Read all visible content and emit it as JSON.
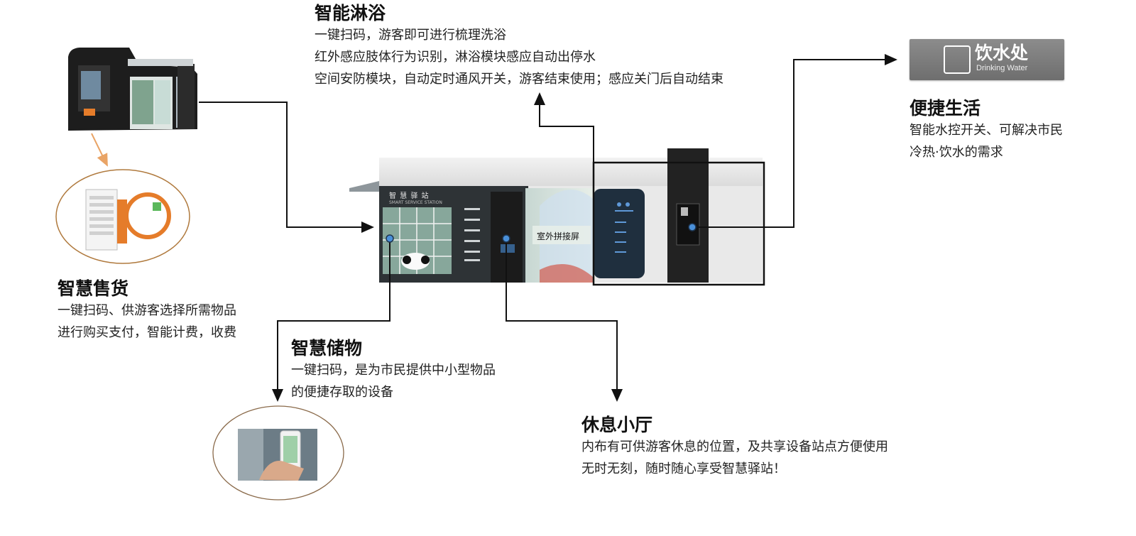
{
  "diagram": {
    "shower": {
      "title": "智能淋浴",
      "lines": [
        "一键扫码，游客即可进行梳理洗浴",
        "红外感应肢体行为识别，淋浴模块感应自动出停水",
        "空间安防模块，自动定时通风开关，游客结束使用；感应关门后自动结束"
      ]
    },
    "convenience": {
      "title": "便捷生活",
      "lines": [
        "智能水控开关、可解决市民",
        "冷热·饮水的需求"
      ]
    },
    "vending": {
      "title": "智慧售货",
      "lines": [
        "一键扫码、供游客选择所需物品",
        "进行购买支付，智能计费，收费"
      ]
    },
    "storage": {
      "title": "智慧储物",
      "lines": [
        "一键扫码，是为市民提供中小型物品",
        "的便捷存取的设备"
      ]
    },
    "lounge": {
      "title": "休息小厅",
      "lines": [
        "内布有可供游客休息的位置，及共享设备站点方便使用",
        "无时无刻，随时随心享受智慧驿站！"
      ]
    },
    "sign": {
      "main": "饮水处",
      "sub": "Drinking Water"
    },
    "screen_label": "室外拼接屏",
    "station_sign": {
      "main": "智 慧 驿 站",
      "sub": "SMART SERVICE STATION"
    },
    "colors": {
      "connector": "#111111",
      "callout_ring": "#b07a3e",
      "marker": "#4a90d9",
      "vending_arrow": "#e9a466"
    }
  }
}
